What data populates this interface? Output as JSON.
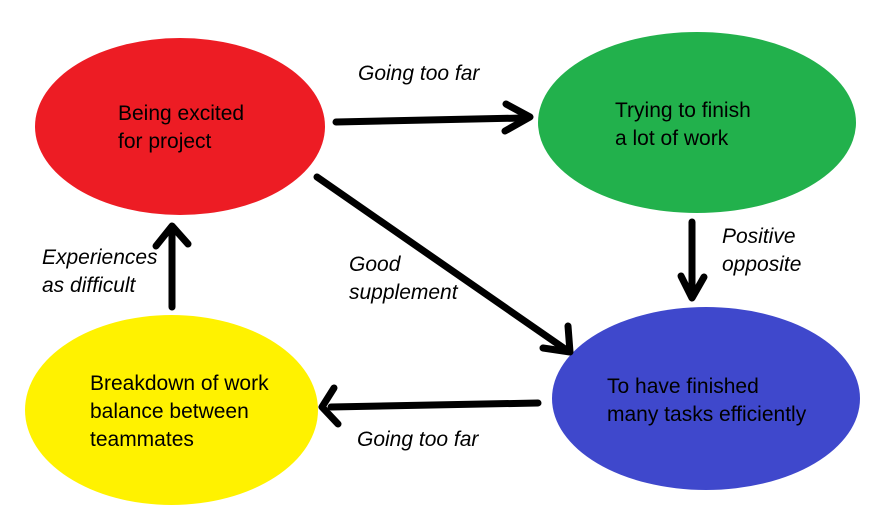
{
  "diagram": {
    "background_color": "#FFFFFF",
    "arrow_color": "#000000",
    "text_color": "#000000",
    "nodes": [
      {
        "id": "being-excited",
        "label_lines": [
          "Being excited",
          "for project"
        ],
        "color": "#ED1C24"
      },
      {
        "id": "trying-to-finish",
        "label_lines": [
          "Trying to finish",
          "a lot of work"
        ],
        "color": "#22B14C"
      },
      {
        "id": "finished-tasks",
        "label_lines": [
          "To have finished",
          "many tasks efficiently"
        ],
        "color": "#3F48CC"
      },
      {
        "id": "work-breakdown",
        "label_lines": [
          "Breakdown of work",
          "balance between",
          "teammates"
        ],
        "color": "#FFF200"
      }
    ],
    "edges": [
      {
        "id": "excited-to-trying",
        "from": "being-excited",
        "to": "trying-to-finish",
        "label_lines": [
          "Going too far"
        ]
      },
      {
        "id": "trying-to-finished",
        "from": "trying-to-finish",
        "to": "finished-tasks",
        "label_lines": [
          "Positive",
          "opposite"
        ]
      },
      {
        "id": "excited-to-finished",
        "from": "being-excited",
        "to": "finished-tasks",
        "label_lines": [
          "Good",
          "supplement"
        ]
      },
      {
        "id": "finished-to-breakdown",
        "from": "finished-tasks",
        "to": "work-breakdown",
        "label_lines": [
          "Going too far"
        ]
      },
      {
        "id": "breakdown-to-excited",
        "from": "work-breakdown",
        "to": "being-excited",
        "label_lines": [
          "Experiences",
          "as difficult"
        ]
      }
    ]
  }
}
